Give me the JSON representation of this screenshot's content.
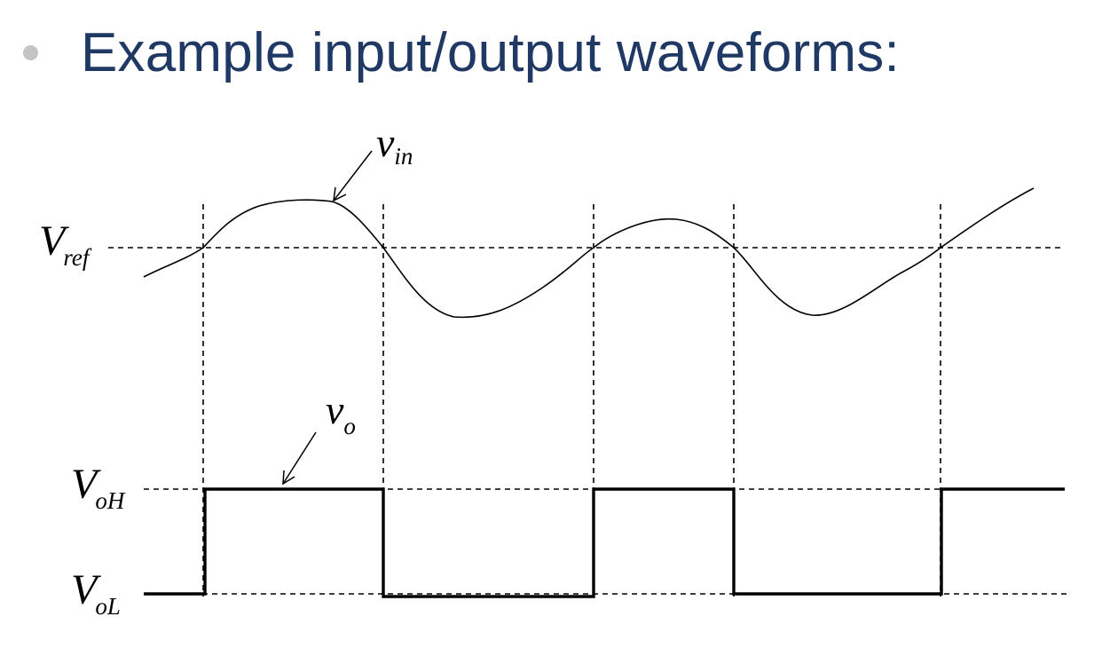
{
  "slide": {
    "bullet_icon": "bullet-dot-icon",
    "title": "Example input/output waveforms:",
    "title_color": "#1f3864"
  },
  "diagram": {
    "vin_label": {
      "main": "v",
      "sub": "in"
    },
    "vo_label": {
      "main": "v",
      "sub": "o"
    },
    "vref_label": {
      "main": "V",
      "sub": "ref"
    },
    "voh_label": {
      "main": "V",
      "sub": "oH"
    },
    "vol_label": {
      "main": "V",
      "sub": "oL"
    },
    "output_states": [
      "low",
      "high",
      "low",
      "high",
      "low",
      "high"
    ],
    "crossing_count": 5
  }
}
